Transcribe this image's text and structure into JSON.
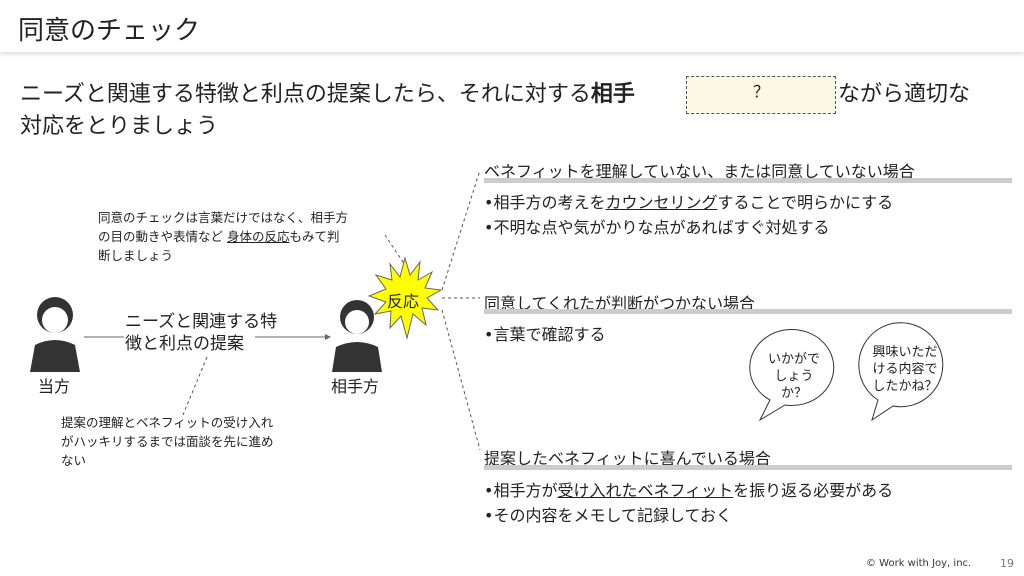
{
  "title": "同意のチェック",
  "lead": {
    "part1": "ニーズと関連する特徴と利点の提案したら、それに対する",
    "bold": "相手",
    "part2": "ながら適切な",
    "line2": "対応をとりましょう",
    "blank": "？"
  },
  "note_top": {
    "l1": "同意のチェックは言葉だけではなく、相手方",
    "l2a": "の目の動きや表情など ",
    "l2u": "身体の反応",
    "l2b": "もみて判",
    "l3": "断しましょう"
  },
  "note_bottom": {
    "l1": "提案の理解とベネフィットの受け入れ",
    "l2": "がハッキリするまでは面談を先に進め",
    "l3": "ない"
  },
  "self_label": "当方",
  "other_label": "相手方",
  "arrow_label": {
    "l1": "ニーズと関連する特",
    "l2": "徴と利点の提案"
  },
  "burst": "反応",
  "cases": [
    {
      "heading": "ベネフィットを理解していない、または同意していない場合",
      "b1a": "•相手方の考えを",
      "b1u": "カウンセリング",
      "b1b": "することで明らかにする",
      "b2": "•不明な点や気がかりな点があればすぐ対処する"
    },
    {
      "heading": "同意してくれたが判断がつかない場合",
      "b1": "•言葉で確認する"
    },
    {
      "heading": "提案したベネフィットに喜んでいる場合",
      "b1a": "•相手方が",
      "b1u": "受け入れたベネフィット",
      "b1b": "を振り返る必要がある",
      "b2": "•その内容をメモして記録しておく"
    }
  ],
  "bubbles": [
    {
      "l1": "いかがで",
      "l2": "しょうか？"
    },
    {
      "l1": "興味いただ",
      "l2": "ける内容で",
      "l3": "したかね？"
    }
  ],
  "footer": {
    "copyright": "© Work with Joy, inc.",
    "page": "19"
  },
  "colors": {
    "burst": "#ffff00",
    "bar": "#cccccc"
  }
}
